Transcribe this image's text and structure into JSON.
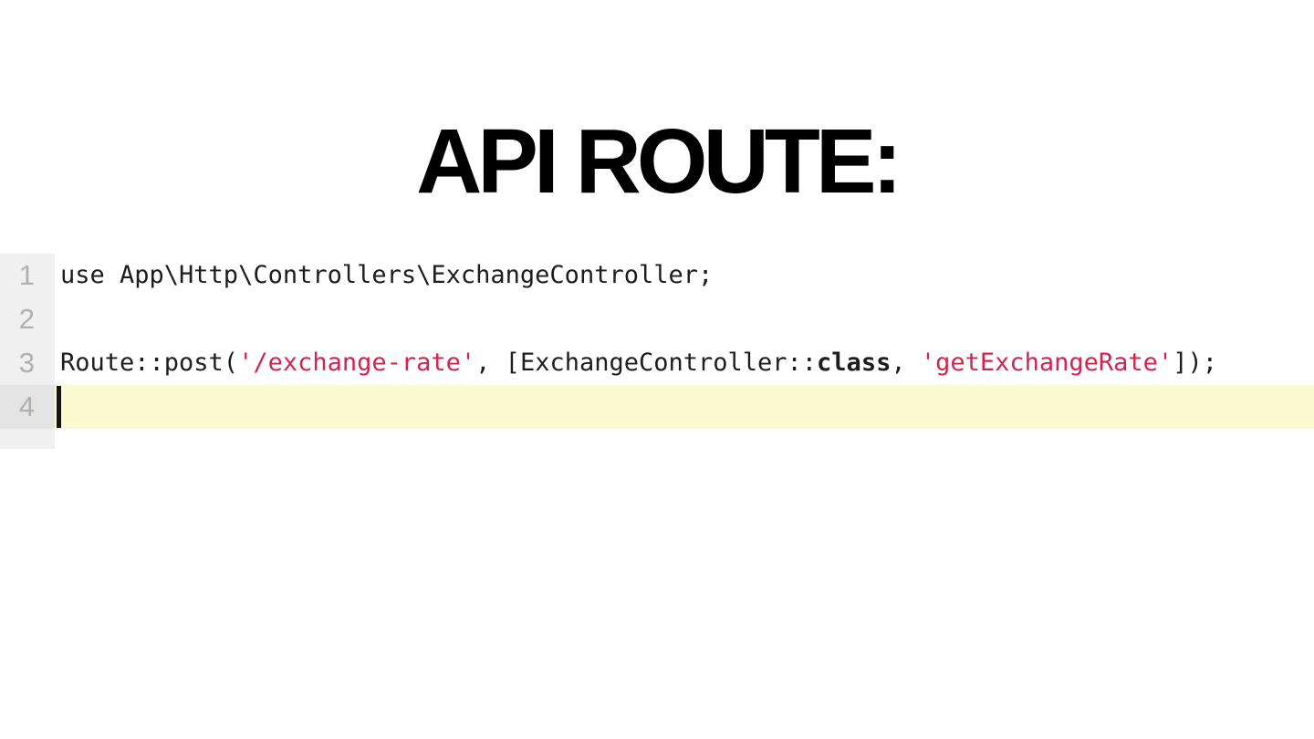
{
  "header": {
    "title": "API ROUTE:"
  },
  "editor": {
    "colors": {
      "plain_text": "#1d1d1d",
      "string_token": "#d1254f",
      "line_number": "#b0b0b0",
      "gutter_background": "#f0f0f0",
      "active_gutter_background": "#e4e4e4",
      "active_line_background": "#fbf9cf",
      "cursor": "#141414"
    },
    "lines": [
      {
        "number": "1",
        "segments": [
          {
            "style": "plain",
            "text": "use App\\Http\\Controllers\\ExchangeController;"
          }
        ]
      },
      {
        "number": "2",
        "segments": []
      },
      {
        "number": "3",
        "segments": [
          {
            "style": "plain",
            "text": "Route::post("
          },
          {
            "style": "string",
            "text": "'/exchange-rate'"
          },
          {
            "style": "plain",
            "text": ", [ExchangeController::"
          },
          {
            "style": "keyword",
            "text": "class"
          },
          {
            "style": "plain",
            "text": ", "
          },
          {
            "style": "string",
            "text": "'getExchangeRate'"
          },
          {
            "style": "plain",
            "text": "]);"
          }
        ]
      },
      {
        "number": "4",
        "active": true,
        "segments": []
      }
    ]
  }
}
